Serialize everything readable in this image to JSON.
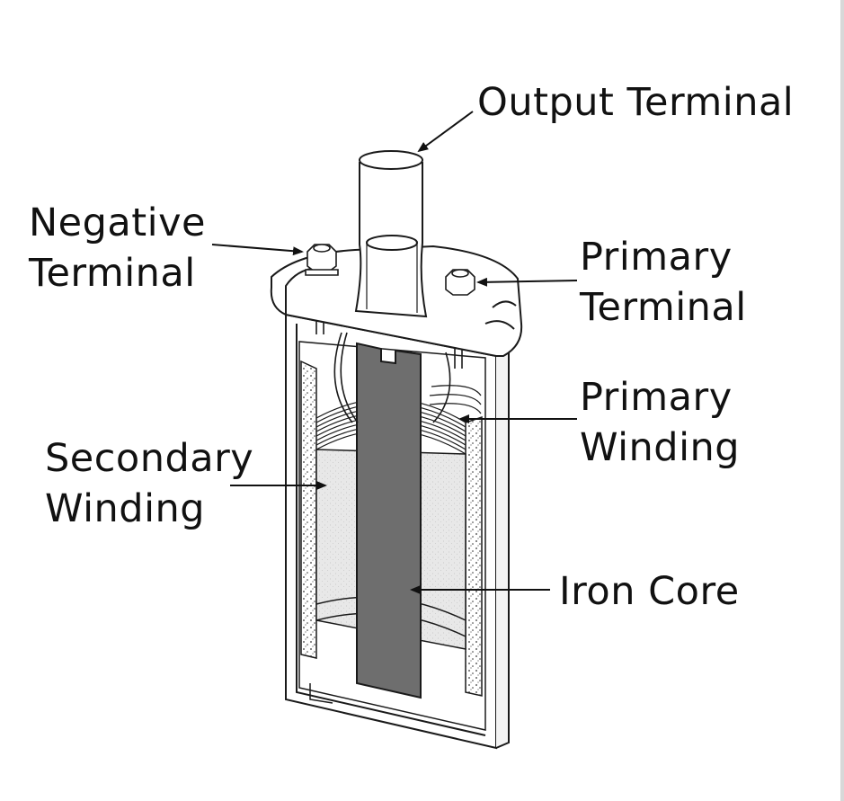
{
  "labels": {
    "output_terminal": "Output Terminal",
    "negative_terminal": [
      "Negative",
      "Terminal"
    ],
    "primary_terminal": [
      "Primary",
      "Terminal"
    ],
    "primary_winding": [
      "Primary",
      "Winding"
    ],
    "secondary_winding": [
      "Secondary",
      "Winding"
    ],
    "iron_core": "Iron Core"
  },
  "colors": {
    "line": "#1a1a1a",
    "core": "#6e6e6e",
    "secondary_fill": "#e6e6e6",
    "background": "#ffffff"
  }
}
